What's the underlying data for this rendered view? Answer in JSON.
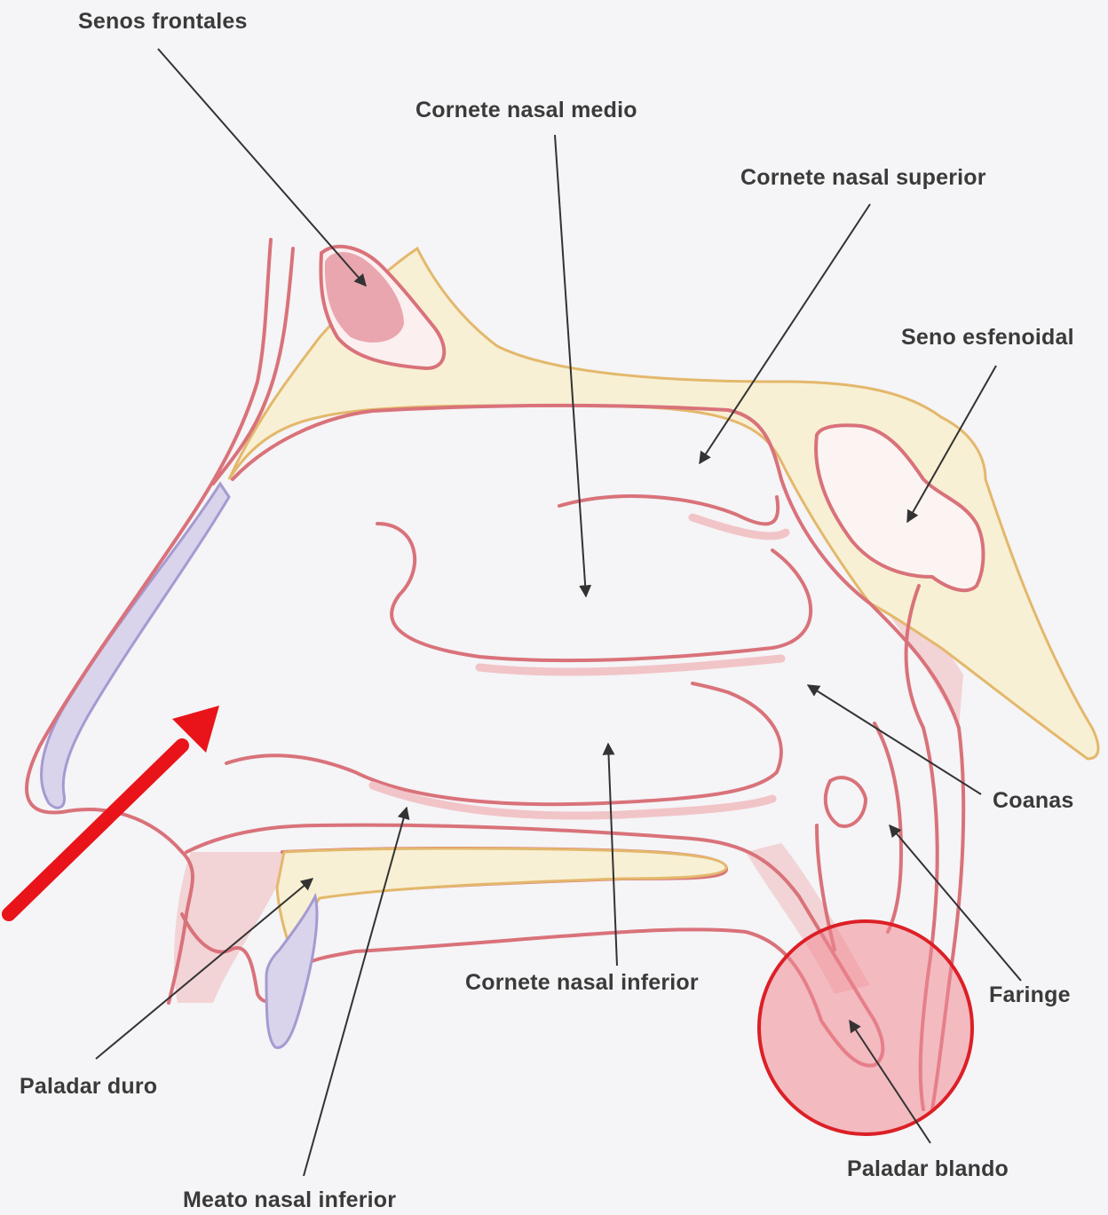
{
  "labels": {
    "senos_frontales": "Senos frontales",
    "cornete_medio": "Cornete nasal medio",
    "cornete_superior": "Cornete nasal superior",
    "seno_esfenoidal": "Seno esfenoidal",
    "coanas": "Coanas",
    "faringe": "Faringe",
    "paladar_blando": "Paladar blando",
    "cornete_inferior": "Cornete nasal inferior",
    "paladar_duro": "Paladar duro",
    "meato_inferior": "Meato nasal inferior"
  },
  "colors": {
    "background": "#f5f4f6",
    "tissue_outline": "#d9727a",
    "bone_fill": "#f8f0d4",
    "bone_outline": "#e3b86c",
    "sinus_fill": "#e9a6ae",
    "cartilage_fill": "#d9d3ec",
    "cartilage_outline": "#a59ad0",
    "highlight_arrow": "#e8141a",
    "highlight_circle_fill": "#f08a94",
    "highlight_circle_stroke": "#dc1f26",
    "leader_line": "#333333"
  }
}
